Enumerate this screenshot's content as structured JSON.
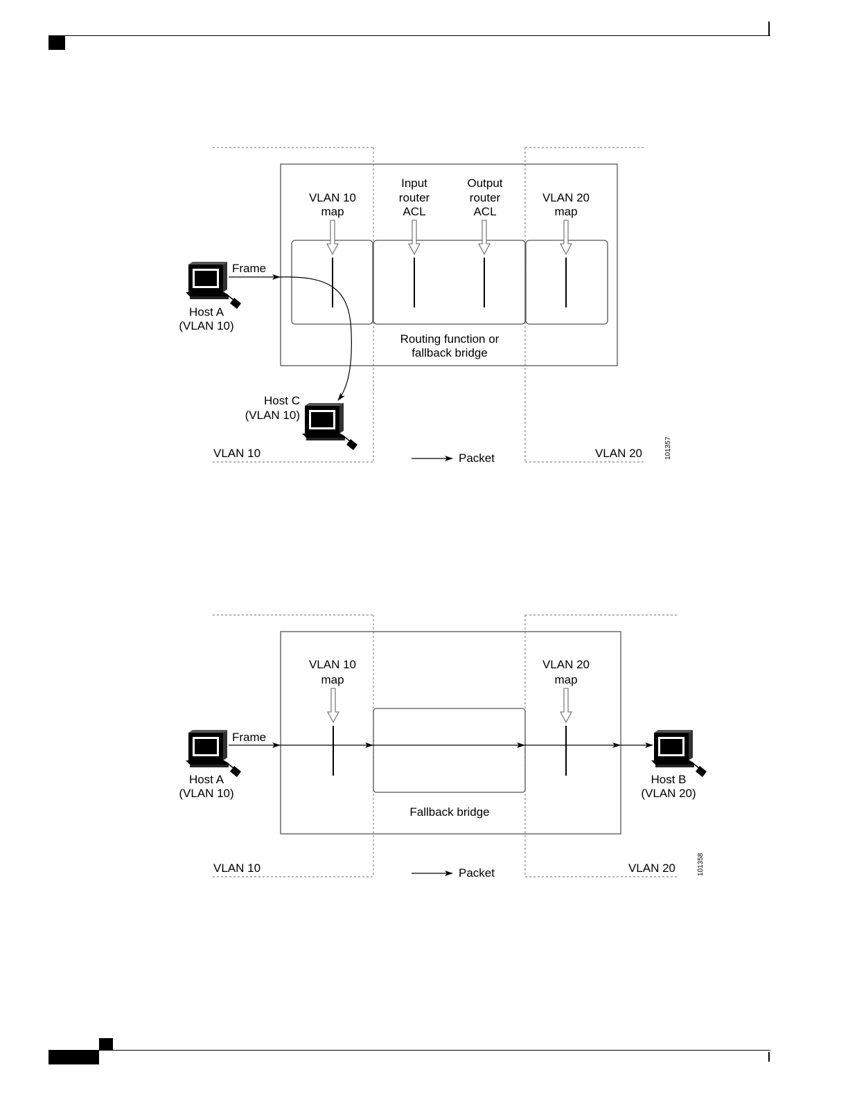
{
  "figure1": {
    "vlan10_map": [
      "VLAN 10",
      "map"
    ],
    "input_acl": [
      "Input",
      "router",
      "ACL"
    ],
    "output_acl": [
      "Output",
      "router",
      "ACL"
    ],
    "vlan20_map": [
      "VLAN 20",
      "map"
    ],
    "frame": "Frame",
    "host_a": [
      "Host A",
      "(VLAN 10)"
    ],
    "host_c": [
      "Host C",
      "(VLAN 10)"
    ],
    "routing": [
      "Routing function or",
      "fallback bridge"
    ],
    "vlan10_zone": "VLAN 10",
    "vlan20_zone": "VLAN 20",
    "packet": "Packet",
    "fig_id": "101357"
  },
  "figure2": {
    "vlan10_map": [
      "VLAN 10",
      "map"
    ],
    "vlan20_map": [
      "VLAN 20",
      "map"
    ],
    "frame": "Frame",
    "host_a": [
      "Host A",
      "(VLAN 10)"
    ],
    "host_b": [
      "Host B",
      "(VLAN 20)"
    ],
    "bridge": "Fallback bridge",
    "vlan10_zone": "VLAN 10",
    "vlan20_zone": "VLAN 20",
    "packet": "Packet",
    "fig_id": "101358"
  }
}
